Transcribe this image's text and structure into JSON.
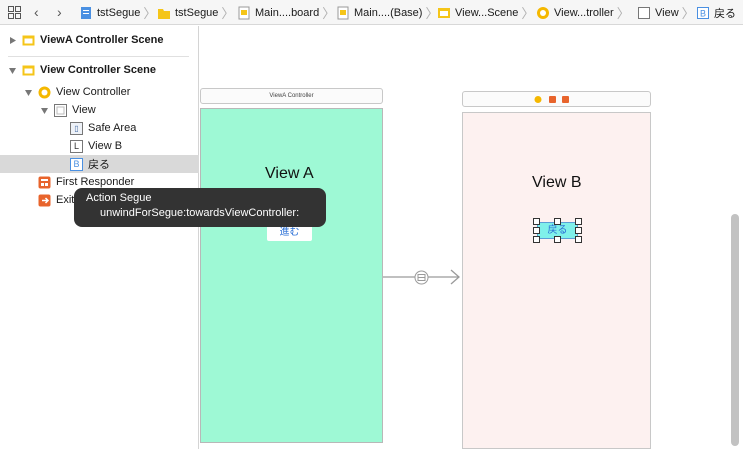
{
  "jumpbar": {
    "back_glyph": "‹",
    "forward_glyph": "›",
    "crumbs": [
      {
        "label": "tstSegue",
        "icon": "project-file-icon"
      },
      {
        "label": "tstSegue",
        "icon": "folder-icon"
      },
      {
        "label": "Main....board",
        "icon": "storyboard-file-icon"
      },
      {
        "label": "Main....(Base)",
        "icon": "storyboard-file-icon"
      },
      {
        "label": "View...Scene",
        "icon": "scene-icon"
      },
      {
        "label": "View...troller",
        "icon": "view-controller-icon"
      },
      {
        "label": "View",
        "icon": "view-icon"
      },
      {
        "label": "戻る",
        "icon": "button-icon"
      }
    ]
  },
  "outline": {
    "scene_a": "ViewA Controller Scene",
    "scene_b": "View Controller Scene",
    "view_controller": "View Controller",
    "view": "View",
    "safe_area": "Safe Area",
    "view_b_label": "View B",
    "back_button": "戻る",
    "first_responder": "First Responder",
    "exit": "Exit",
    "badge_safe": "▯",
    "badge_label": "L",
    "badge_button": "B"
  },
  "canvas": {
    "scene_a_title": "ViewA Controller",
    "view_a_label": "View A",
    "view_a_button": "進む",
    "view_b_label": "View B",
    "view_b_button": "戻る"
  },
  "tooltip": {
    "title": "Action Segue",
    "detail": "unwindForSegue:towardsViewController:"
  },
  "colors": {
    "view_a_bg": "#9ef9d5",
    "view_b_bg": "#fdf1f0",
    "button_text": "#2a6fd6",
    "selection": "#d9d9d9"
  }
}
